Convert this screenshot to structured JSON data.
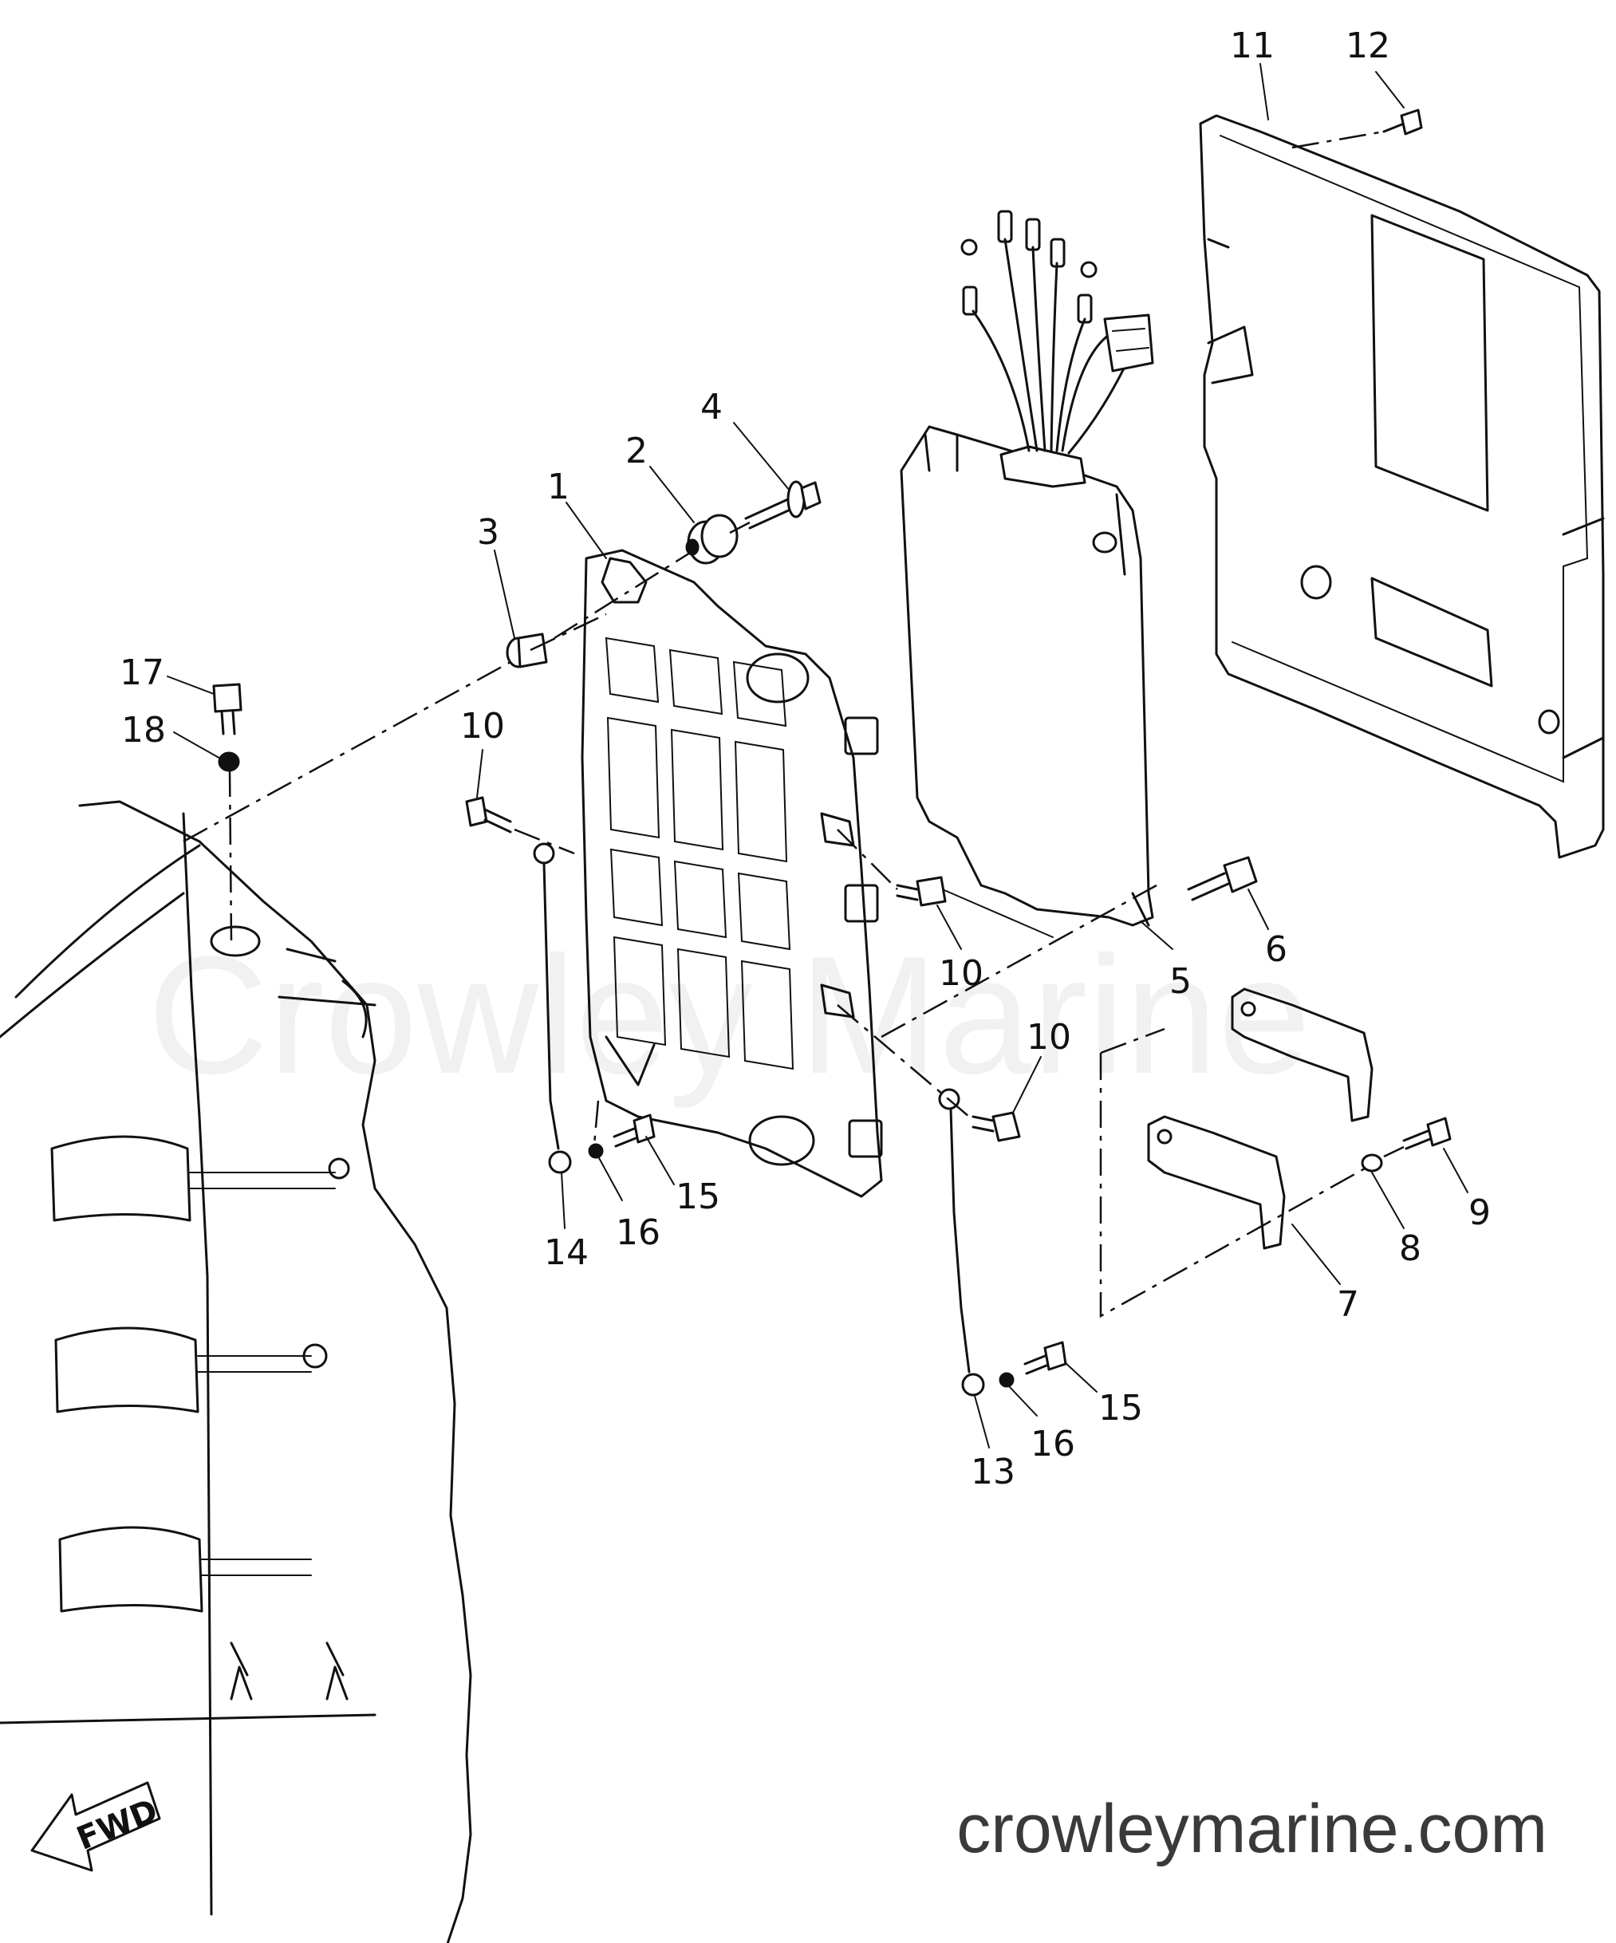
{
  "callouts": {
    "p1": "1",
    "p2": "2",
    "p3": "3",
    "p4": "4",
    "p5": "5",
    "p6": "6",
    "p7": "7",
    "p8": "8",
    "p9": "9",
    "p10a": "10",
    "p10b": "10",
    "p10c": "10",
    "p11": "11",
    "p12": "12",
    "p13": "13",
    "p14": "14",
    "p15a": "15",
    "p15b": "15",
    "p16a": "16",
    "p16b": "16",
    "p17": "17",
    "p18": "18"
  },
  "watermark": "Crowley Marine",
  "site_url": "crowleymarine.com",
  "fwd_label": "FWD",
  "colors": {
    "ink": "#111111",
    "background": "#ffffff",
    "url_text": "#3a3a3a"
  }
}
